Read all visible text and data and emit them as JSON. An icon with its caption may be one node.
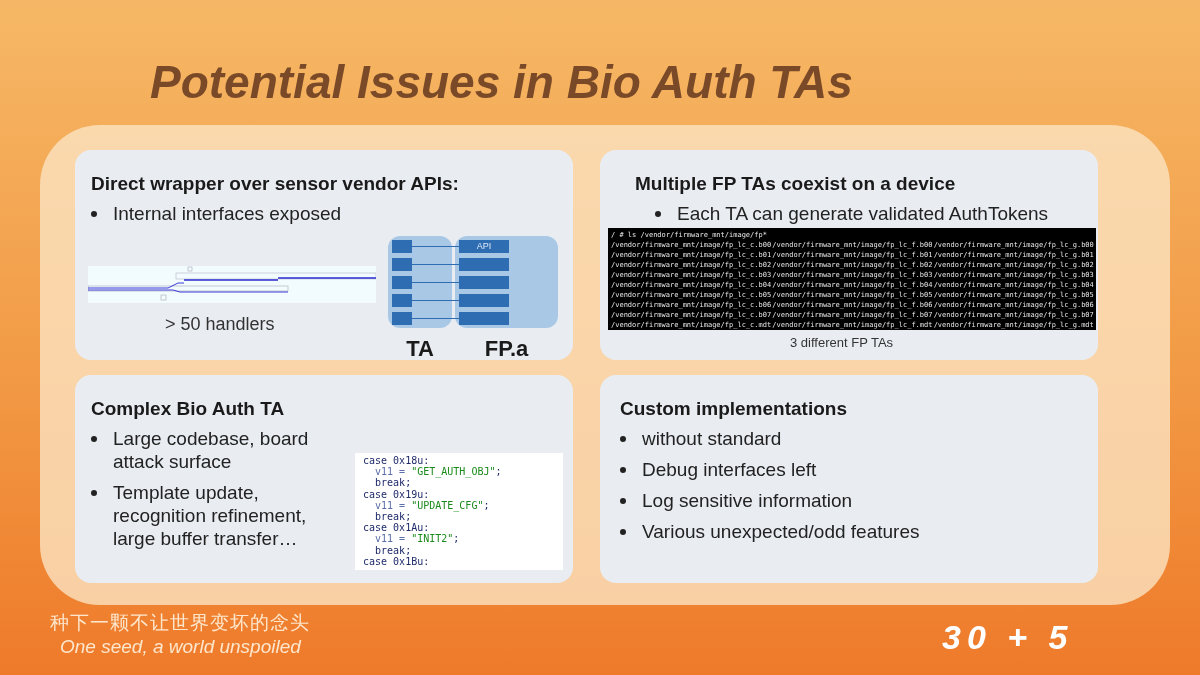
{
  "diagram": {
    "title": "Potential Issues in Bio Auth TAs",
    "nodes": [
      {
        "text": [
          "Direct wrapper over sensor vendor APIs:",
          "Internal interfaces exposed"
        ]
      },
      {
        "text": [
          "TA"
        ],
        "in": 0
      },
      {
        "text": [
          "FP.a"
        ],
        "in": 0
      },
      {
        "text": [],
        "shape": "box",
        "in": 1
      },
      {
        "text": [],
        "shape": "box",
        "in": 1
      },
      {
        "text": [],
        "shape": "box",
        "in": 1
      },
      {
        "text": [],
        "shape": "box",
        "in": 1
      },
      {
        "text": [],
        "shape": "box",
        "in": 1
      },
      {
        "text": [
          "API"
        ],
        "in": 2
      },
      {
        "text": [],
        "shape": "box",
        "in": 2
      },
      {
        "text": [],
        "shape": "box",
        "in": 2
      },
      {
        "text": [],
        "shape": "box",
        "in": 2
      },
      {
        "text": [],
        "shape": "box",
        "in": 2
      },
      {
        "text": [
          "Multiple FP TAs coexist on a device",
          "Each TA can generate validated AuthTokens"
        ]
      },
      {
        "text": [
          "Complex Bio Auth TA",
          "Large codebase, board attack surface",
          "Template update, recognition refinement, large buffer transfer…"
        ]
      },
      {
        "text": [
          "Custom implementations",
          "without standard",
          "Debug interfaces left",
          "Log sensitive information",
          "Various unexpected/odd features"
        ]
      }
    ],
    "edges": [
      {
        "from": 3,
        "to": 8,
        "arrow": "none"
      },
      {
        "from": 4,
        "to": 9,
        "arrow": "none"
      },
      {
        "from": 5,
        "to": 10,
        "arrow": "none"
      },
      {
        "from": 6,
        "to": 11,
        "arrow": "none"
      },
      {
        "from": 7,
        "to": 12,
        "arrow": "none"
      }
    ],
    "labels": [
      "> 50 handlers",
      "/ # ls /vendor/firmware_mnt/image/fp*",
      "/vendor/firmware_mnt/image/fp_lc_c.b00",
      "/vendor/firmware_mnt/image/fp_lc_f.b00",
      "/vendor/firmware_mnt/image/fp_lc_g.b00",
      "/vendor/firmware_mnt/image/fp_lc_c.b01",
      "/vendor/firmware_mnt/image/fp_lc_f.b01",
      "/vendor/firmware_mnt/image/fp_lc_g.b01",
      "/vendor/firmware_mnt/image/fp_lc_c.b02",
      "/vendor/firmware_mnt/image/fp_lc_f.b02",
      "/vendor/firmware_mnt/image/fp_lc_g.b02",
      "/vendor/firmware_mnt/image/fp_lc_c.b03",
      "/vendor/firmware_mnt/image/fp_lc_f.b03",
      "/vendor/firmware_mnt/image/fp_lc_g.b03",
      "/vendor/firmware_mnt/image/fp_lc_c.b04",
      "/vendor/firmware_mnt/image/fp_lc_f.b04",
      "/vendor/firmware_mnt/image/fp_lc_g.b04",
      "/vendor/firmware_mnt/image/fp_lc_c.b05",
      "/vendor/firmware_mnt/image/fp_lc_f.b05",
      "/vendor/firmware_mnt/image/fp_lc_g.b05",
      "/vendor/firmware_mnt/image/fp_lc_c.b06",
      "/vendor/firmware_mnt/image/fp_lc_f.b06",
      "/vendor/firmware_mnt/image/fp_lc_g.b06",
      "/vendor/firmware_mnt/image/fp_lc_c.b07",
      "/vendor/firmware_mnt/image/fp_lc_f.b07",
      "/vendor/firmware_mnt/image/fp_lc_g.b07",
      "/vendor/firmware_mnt/image/fp_lc_c.mdt",
      "/vendor/firmware_mnt/image/fp_lc_f.mdt",
      "/vendor/firmware_mnt/image/fp_lc_g.mdt",
      "3 different FP TAs",
      "case 0x18u:",
      "  v11 = \"GET_AUTH_OBJ\";",
      "  break;",
      "case 0x19u:",
      "  v11 = \"UPDATE_CFG\";",
      "  break;",
      "case 0x1Au:",
      "  v11 = \"INIT2\";",
      "  break;",
      "case 0x1Bu:",
      "种下一颗不让世界变坏的念头",
      "One seed, a world unspoiled",
      "30 + 5"
    ]
  }
}
